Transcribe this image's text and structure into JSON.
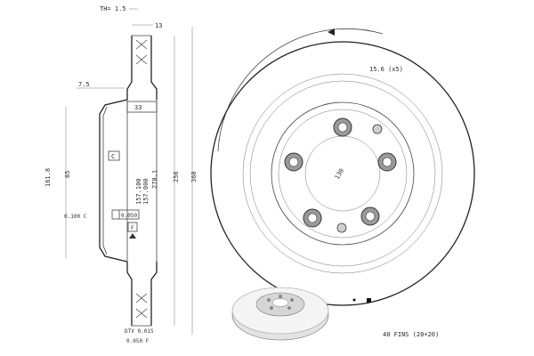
{
  "section_view": {
    "thickness_label": "TH= 1.5",
    "offset_label": "13",
    "hat_depth_label": "7.5",
    "width_label": "33",
    "box_c_label": "C",
    "box_f_label": "F",
    "tolerance_label": "0.050",
    "bore_tol_1": "157.100",
    "bore_tol_2": "157.000",
    "hat_dia_label": "270.1",
    "outer_dia_label": "256",
    "rotor_dia_label": "368",
    "left_dia_label": "161.8",
    "inner_dia_label": "85",
    "runout_label": "0.100 C",
    "dtv_label": "DTV 0.015",
    "flatness_label": "0.050 F"
  },
  "face_view": {
    "holes_label": "15.6 (x5)",
    "pcd_label": "130",
    "fins_label": "40 FINS (20+20)"
  },
  "icons": {
    "rotation_arrow": "rotation-arrow-icon"
  },
  "colors": {
    "line": "#444444",
    "hole_fill": "#7a7a7a",
    "paper": "#ffffff"
  }
}
